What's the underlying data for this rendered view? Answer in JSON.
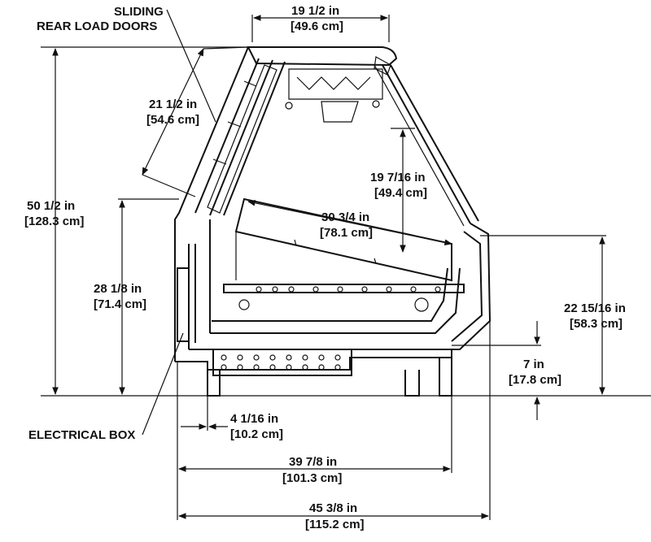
{
  "labels": {
    "sliding_rear_load_doors_1": "SLIDING",
    "sliding_rear_load_doors_2": "REAR LOAD DOORS",
    "electrical_box": "ELECTRICAL BOX"
  },
  "dimensions": {
    "top_width_in": "19 1/2 in",
    "top_width_cm": "[49.6 cm]",
    "door_length_in": "21 1/2 in",
    "door_length_cm": "[54.6 cm]",
    "total_height_in": "50 1/2 in",
    "total_height_cm": "[128.3 cm]",
    "glass_height_in": "19 7/16 in",
    "glass_height_cm": "[49.4 cm]",
    "deck_depth_in": "30 3/4 in",
    "deck_depth_cm": "[78.1 cm]",
    "rear_height_in": "28 1/8 in",
    "rear_height_cm": "[71.4 cm]",
    "front_height_in": "22 15/16 in",
    "front_height_cm": "[58.3 cm]",
    "base_height_in": "7 in",
    "base_height_cm": "[17.8 cm]",
    "rear_offset_in": "4 1/16 in",
    "rear_offset_cm": "[10.2 cm]",
    "base_width_in": "39 7/8 in",
    "base_width_cm": "[101.3 cm]",
    "total_width_in": "45 3/8 in",
    "total_width_cm": "[115.2 cm]"
  }
}
